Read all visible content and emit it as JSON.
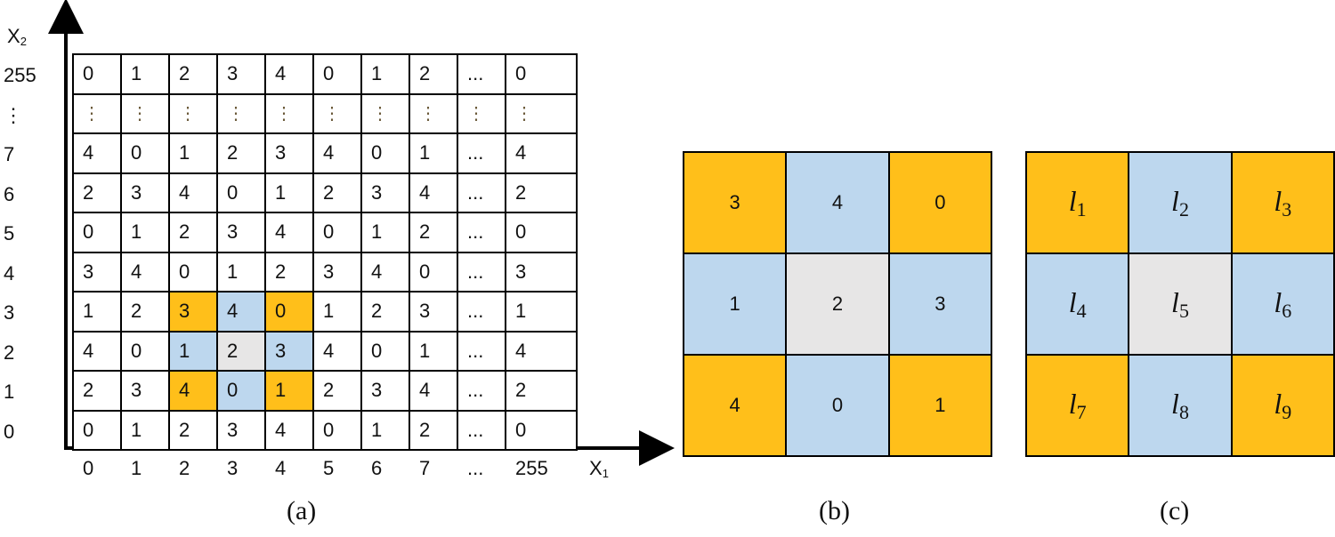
{
  "panel_a": {
    "x_axis_title": "X",
    "x_axis_sub": "1",
    "y_axis_title": "X",
    "y_axis_sub": "2",
    "x_ticks": [
      "0",
      "1",
      "2",
      "3",
      "4",
      "5",
      "6",
      "7",
      "...",
      "255"
    ],
    "y_ticks": [
      "255",
      "⋮",
      "7",
      "6",
      "5",
      "4",
      "3",
      "2",
      "1",
      "0"
    ],
    "rows": [
      [
        "0",
        "1",
        "2",
        "3",
        "4",
        "0",
        "1",
        "2",
        "...",
        "0"
      ],
      [
        "⋮",
        "⋮",
        "⋮",
        "⋮",
        "⋮",
        "⋮",
        "⋮",
        "⋮",
        "⋮",
        "⋮"
      ],
      [
        "4",
        "0",
        "1",
        "2",
        "3",
        "4",
        "0",
        "1",
        "...",
        "4"
      ],
      [
        "2",
        "3",
        "4",
        "0",
        "1",
        "2",
        "3",
        "4",
        "...",
        "2"
      ],
      [
        "0",
        "1",
        "2",
        "3",
        "4",
        "0",
        "1",
        "2",
        "...",
        "0"
      ],
      [
        "3",
        "4",
        "0",
        "1",
        "2",
        "3",
        "4",
        "0",
        "...",
        "3"
      ],
      [
        "1",
        "2",
        "3",
        "4",
        "0",
        "1",
        "2",
        "3",
        "...",
        "1"
      ],
      [
        "4",
        "0",
        "1",
        "2",
        "3",
        "4",
        "0",
        "1",
        "...",
        "4"
      ],
      [
        "2",
        "3",
        "4",
        "0",
        "1",
        "2",
        "3",
        "4",
        "...",
        "2"
      ],
      [
        "0",
        "1",
        "2",
        "3",
        "4",
        "0",
        "1",
        "2",
        "...",
        "0"
      ]
    ],
    "highlight": {
      "6": {
        "2": "orange",
        "3": "blue",
        "4": "orange"
      },
      "7": {
        "2": "blue",
        "3": "gray",
        "4": "blue"
      },
      "8": {
        "2": "orange",
        "3": "blue",
        "4": "orange"
      }
    },
    "caption": "(a)"
  },
  "panel_b": {
    "cells": [
      "3",
      "4",
      "0",
      "1",
      "2",
      "3",
      "4",
      "0",
      "1"
    ],
    "caption": "(b)"
  },
  "panel_c": {
    "cells": [
      {
        "base": "l",
        "sub": "1"
      },
      {
        "base": "l",
        "sub": "2"
      },
      {
        "base": "l",
        "sub": "3"
      },
      {
        "base": "l",
        "sub": "4"
      },
      {
        "base": "l",
        "sub": "5"
      },
      {
        "base": "l",
        "sub": "6"
      },
      {
        "base": "l",
        "sub": "7"
      },
      {
        "base": "l",
        "sub": "8"
      },
      {
        "base": "l",
        "sub": "9"
      }
    ],
    "caption": "(c)"
  },
  "colors": {
    "orange": "#FFBF1A",
    "blue": "#BDD7EE",
    "gray": "#E7E6E6"
  },
  "pattern_3x3": [
    "orange",
    "blue",
    "orange",
    "blue",
    "gray",
    "blue",
    "orange",
    "blue",
    "orange"
  ]
}
